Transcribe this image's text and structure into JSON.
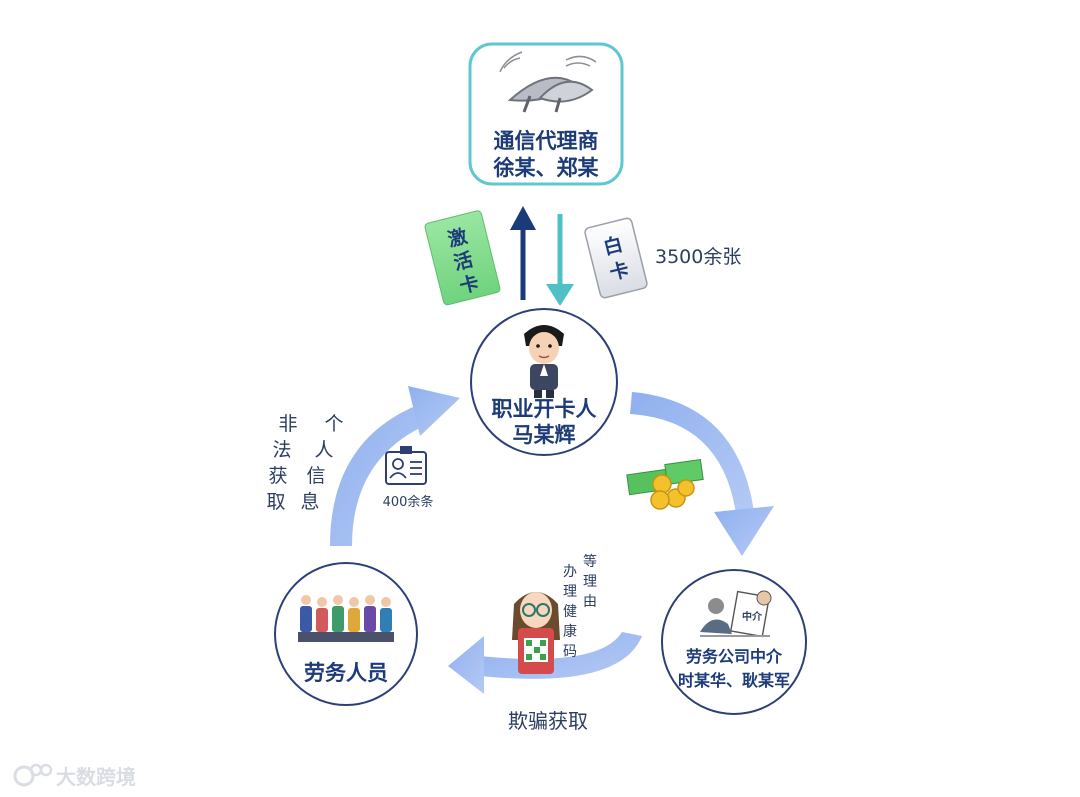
{
  "nodes": {
    "telecom": {
      "line1": "通信代理商",
      "line2": "徐某、郑某",
      "icon": "satellite-dish-icon"
    },
    "opener": {
      "line1": "职业开卡人",
      "line2": "马某辉",
      "icon": "man-in-suit-icon"
    },
    "agency": {
      "line1": "劳务公司中介",
      "line2": "时某华、耿某军",
      "icon": "agent-talk-icon"
    },
    "workers": {
      "line1": "劳务人员",
      "icon": "people-group-icon"
    }
  },
  "flows": {
    "activate_card": [
      "激",
      "活",
      "卡"
    ],
    "white_card": [
      "白",
      "卡"
    ],
    "white_card_count": "3500余张",
    "illegal": [
      "非",
      "法",
      "获",
      "取"
    ],
    "personal_info": [
      "个",
      "人",
      "信",
      "息"
    ],
    "info_count": "400余条",
    "health_code_col1": [
      "办",
      "理",
      "健",
      "康",
      "码"
    ],
    "health_code_col2": [
      "等",
      "理",
      "由"
    ],
    "deceive": "欺骗获取"
  },
  "watermark": "大数跨境",
  "colors": {
    "ring_fill": "#9fbaf0",
    "node_border": "#2e3f78",
    "telecom_border": "#5ec8cf",
    "up_arrow": "#1b3a7a",
    "down_arrow": "#4fc0c6",
    "card_green": "#7ed98a",
    "title_text": "#1d3b78"
  }
}
